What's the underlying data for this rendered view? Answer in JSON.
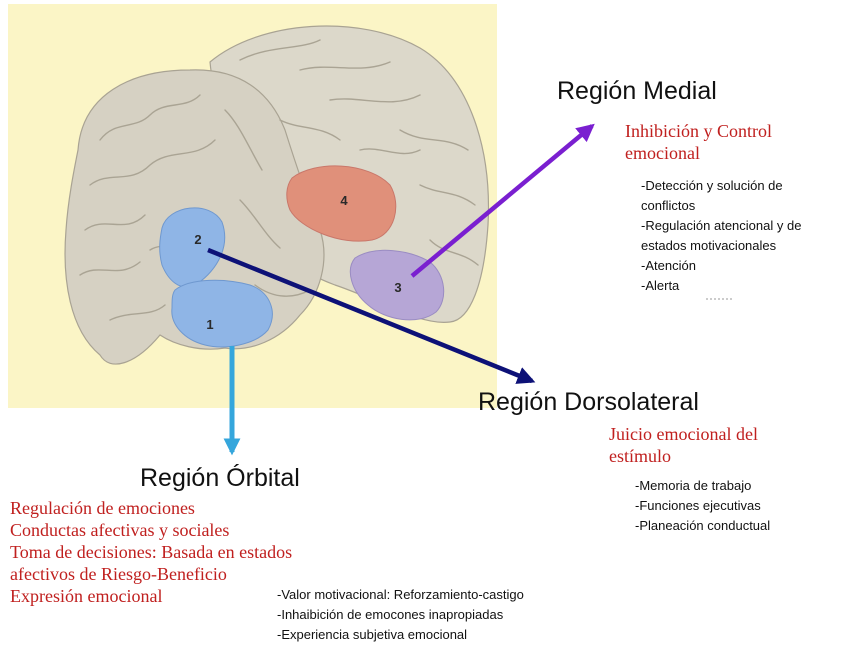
{
  "colors": {
    "panel_bg": "#fbf5c6",
    "brain": "#d6d1c3",
    "orbital_region": "#8fb5e6",
    "medial_region": "#b6a6d6",
    "cingulate_region": "#e0907a",
    "arrow_medial": "#7a1fd0",
    "arrow_dorsolateral": "#0d1177",
    "arrow_orbital": "#35a6dc",
    "function_text": "#c0201f"
  },
  "region_numbers": [
    "1",
    "2",
    "3",
    "4"
  ],
  "medial": {
    "title": "Región Medial",
    "functions": [
      "Inhibición y Control",
      "emocional"
    ],
    "details": [
      "-Detección y solución de",
      "conflictos",
      "-Regulación atencional y de",
      "estados motivacionales",
      "-Atención",
      "-Alerta"
    ]
  },
  "dorsolateral": {
    "title": "Región Dorsolateral",
    "functions": [
      "Juicio emocional del",
      "estímulo"
    ],
    "details": [
      "-Memoria de trabajo",
      "-Funciones ejecutivas",
      "-Planeación conductual"
    ]
  },
  "orbital": {
    "title": "Región Órbital",
    "functions": [
      "Regulación de emociones",
      "Conductas afectivas y sociales",
      "Toma de decisiones: Basada en estados",
      "afectivos de Riesgo-Beneficio",
      "Expresión emocional"
    ],
    "details": [
      "-Valor motivacional: Reforzamiento-castigo",
      "-Inhaibición de emocones inapropiadas",
      "-Experiencia subjetiva emocional"
    ]
  }
}
